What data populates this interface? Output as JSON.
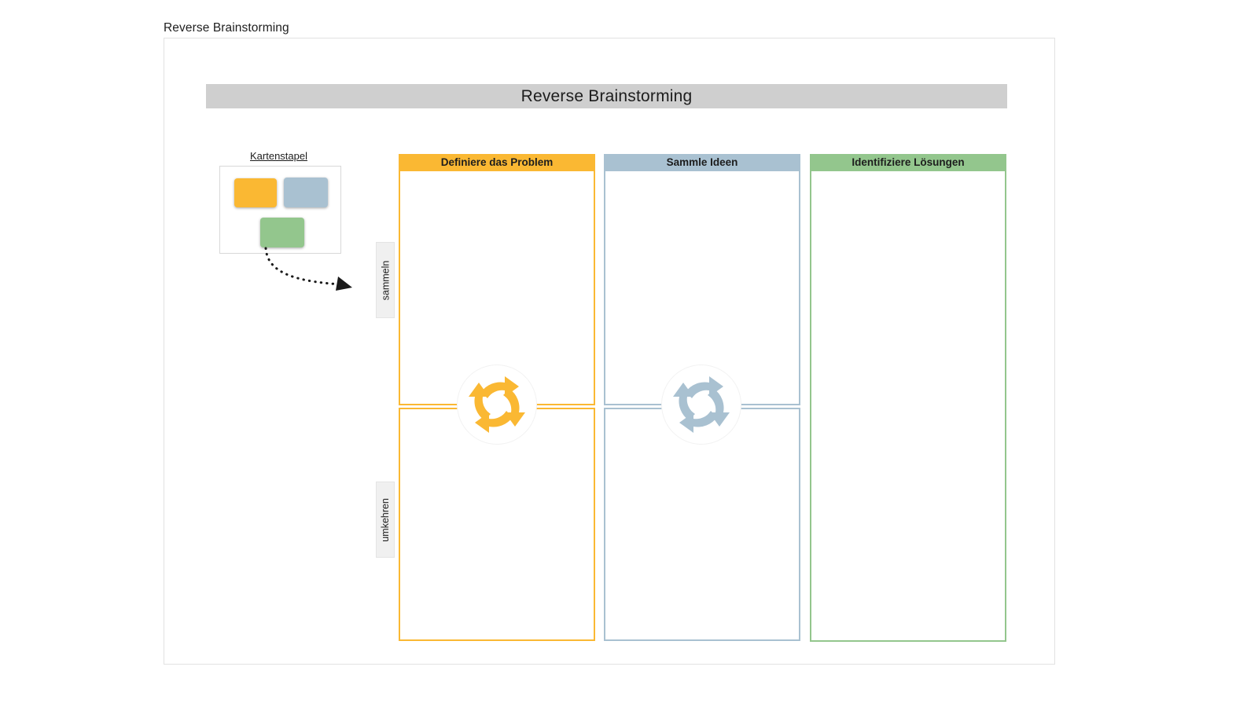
{
  "page": {
    "label": "Reverse Brainstorming"
  },
  "board": {
    "title": "Reverse Brainstorming",
    "title_banner_color": "#cfcfcf",
    "frame_border_color": "#e2e2e2"
  },
  "card_stack": {
    "label": "Kartenstapel",
    "cards": [
      {
        "name": "orange-card",
        "color": "#fab833"
      },
      {
        "name": "blue-card",
        "color": "#a9c1d1"
      },
      {
        "name": "green-card",
        "color": "#93c68d"
      }
    ]
  },
  "connector": {
    "name": "dotted-curved-arrow",
    "style": "dotted",
    "color": "#1a1a1a"
  },
  "phase_labels": [
    {
      "label": "sammeln",
      "orientation": "vertical"
    },
    {
      "label": "umkehren",
      "orientation": "vertical"
    }
  ],
  "columns": [
    {
      "header": "Definiere das Problem",
      "color": "#fab833",
      "split": true,
      "cells": [
        "",
        ""
      ]
    },
    {
      "header": "Sammle Ideen",
      "color": "#a9c1d1",
      "split": true,
      "cells": [
        "",
        ""
      ]
    },
    {
      "header": "Identifiziere Lösungen",
      "color": "#93c68d",
      "split": false,
      "cells": [
        ""
      ]
    }
  ],
  "cycle_icons": [
    {
      "name": "cycle-arrows-icon-orange",
      "color": "#fab833",
      "arrows": 4
    },
    {
      "name": "cycle-arrows-icon-blue",
      "color": "#a9c1d1",
      "arrows": 4
    }
  ]
}
